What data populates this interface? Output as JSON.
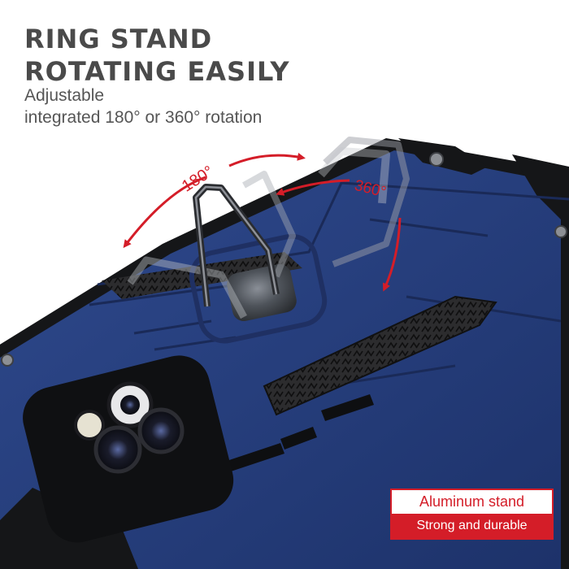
{
  "headline": {
    "line1": "RING STAND",
    "line2": "ROTATING EASILY"
  },
  "subheading": {
    "line1": "Adjustable",
    "line2": "integrated 180° or 360° rotation"
  },
  "rotation_labels": {
    "left": "180°",
    "right": "360°"
  },
  "badge": {
    "top": "Aluminum stand",
    "bottom": "Strong and durable"
  },
  "colors": {
    "case_blue": "#27407e",
    "accent_red": "#d41d28",
    "text_gray": "#4a4a4a"
  },
  "icons": [
    "phone-case",
    "ring-stand",
    "camera-lens",
    "rotation-arrow"
  ]
}
